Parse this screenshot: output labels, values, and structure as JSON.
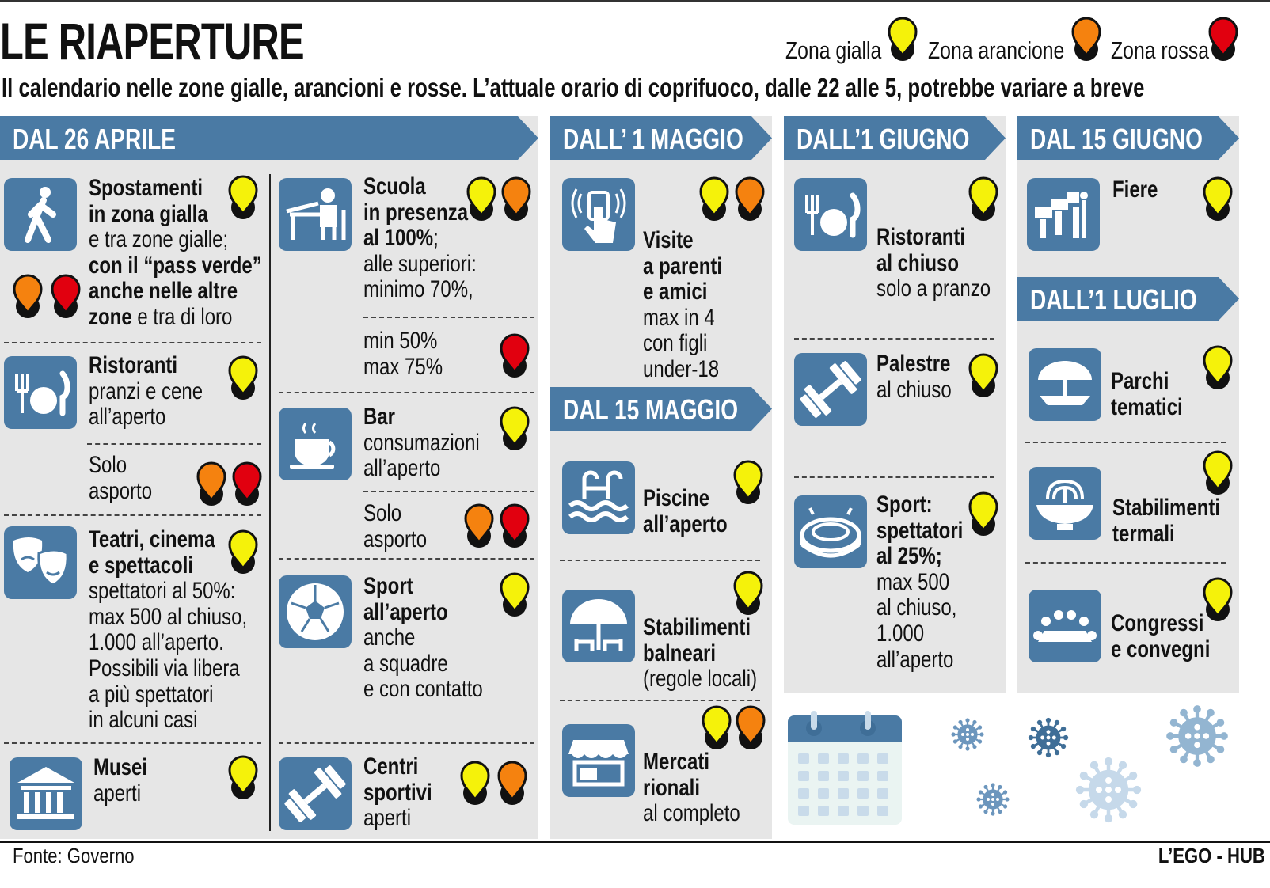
{
  "header": {
    "title": "LE RIAPERTURE",
    "subtitle": "Il calendario nelle zone gialle, arancioni e rosse. L’attuale orario di coprifuoco, dalle 22 alle 5, potrebbe variare a breve"
  },
  "legend": [
    {
      "label": "Zona gialla",
      "zone": "yellow",
      "color": "#f5f20a"
    },
    {
      "label": "Zona arancione",
      "zone": "orange",
      "color": "#f5820f"
    },
    {
      "label": "Zona rossa",
      "zone": "red",
      "color": "#e1000f"
    }
  ],
  "sections": [
    {
      "header": "DAL 26 APRILE",
      "items": [
        {
          "icon": "walking-person",
          "zones": [
            "yellow",
            "orange",
            "red"
          ],
          "lines": [
            [
              {
                "text": "Spostamenti",
                "strong": true
              }
            ],
            [
              {
                "text": "in zona gialla",
                "strong": true
              }
            ],
            [
              {
                "text": "e tra zone gialle;"
              }
            ],
            [
              {
                "text": "con il “pass verde”",
                "strong": true
              }
            ],
            [
              {
                "text": "anche nelle altre",
                "strong": true
              }
            ],
            [
              {
                "text": "zone",
                "strong": true
              },
              {
                "text": " e tra di loro"
              }
            ]
          ]
        },
        {
          "icon": "restaurant",
          "zones": [
            "yellow"
          ],
          "lines": [
            [
              {
                "text": "Ristoranti",
                "strong": true
              }
            ],
            [
              {
                "text": "pranzi e cene"
              }
            ],
            [
              {
                "text": "all’aperto"
              }
            ]
          ]
        },
        {
          "icon": null,
          "zones": [
            "orange",
            "red"
          ],
          "lines": [
            [
              {
                "text": "Solo"
              }
            ],
            [
              {
                "text": "asporto"
              }
            ]
          ]
        },
        {
          "icon": "theatre-masks",
          "zones": [
            "yellow"
          ],
          "lines": [
            [
              {
                "text": "Teatri, cinema",
                "strong": true
              }
            ],
            [
              {
                "text": "e spettacoli",
                "strong": true
              }
            ],
            [
              {
                "text": "spettatori al 50%:"
              }
            ],
            [
              {
                "text": "max 500 al chiuso,"
              }
            ],
            [
              {
                "text": "1.000 all’aperto."
              }
            ],
            [
              {
                "text": "Possibili via libera"
              }
            ],
            [
              {
                "text": "a più spettatori"
              }
            ],
            [
              {
                "text": "in alcuni casi"
              }
            ]
          ]
        },
        {
          "icon": "museum",
          "zones": [
            "yellow"
          ],
          "lines": [
            [
              {
                "text": "Musei",
                "strong": true
              }
            ],
            [
              {
                "text": "aperti"
              }
            ]
          ]
        },
        {
          "icon": "school-desk",
          "zones": [
            "yellow",
            "orange"
          ],
          "lines": [
            [
              {
                "text": "Scuola",
                "strong": true
              }
            ],
            [
              {
                "text": "in presenza",
                "strong": true
              }
            ],
            [
              {
                "text": "al 100%",
                "strong": true
              },
              {
                "text": ";"
              }
            ],
            [
              {
                "text": "alle superiori:"
              }
            ],
            [
              {
                "text": "minimo 70%,"
              }
            ]
          ]
        },
        {
          "icon": null,
          "zones": [
            "red"
          ],
          "lines": [
            [
              {
                "text": "min 50%"
              }
            ],
            [
              {
                "text": "max 75%"
              }
            ]
          ]
        },
        {
          "icon": "coffee-cup",
          "zones": [
            "yellow"
          ],
          "lines": [
            [
              {
                "text": "Bar",
                "strong": true
              }
            ],
            [
              {
                "text": "consumazioni"
              }
            ],
            [
              {
                "text": "all’aperto"
              }
            ]
          ]
        },
        {
          "icon": null,
          "zones": [
            "orange",
            "red"
          ],
          "lines": [
            [
              {
                "text": "Solo"
              }
            ],
            [
              {
                "text": "asporto"
              }
            ]
          ]
        },
        {
          "icon": "soccer-ball",
          "zones": [
            "yellow"
          ],
          "lines": [
            [
              {
                "text": "Sport",
                "strong": true
              }
            ],
            [
              {
                "text": "all’aperto",
                "strong": true
              }
            ],
            [
              {
                "text": "anche"
              }
            ],
            [
              {
                "text": "a squadre"
              }
            ],
            [
              {
                "text": "e con contatto"
              }
            ]
          ]
        },
        {
          "icon": "dumbbell",
          "zones": [
            "yellow",
            "orange"
          ],
          "lines": [
            [
              {
                "text": "Centri",
                "strong": true
              }
            ],
            [
              {
                "text": "sportivi",
                "strong": true
              }
            ],
            [
              {
                "text": "aperti"
              }
            ]
          ]
        }
      ]
    },
    {
      "header": "DALL’ 1 MAGGIO",
      "items": [
        {
          "icon": "touch-phone",
          "zones": [
            "yellow",
            "orange"
          ],
          "lines": [
            [
              {
                "text": "Visite",
                "strong": true
              }
            ],
            [
              {
                "text": "a parenti",
                "strong": true
              }
            ],
            [
              {
                "text": "e amici",
                "strong": true
              }
            ],
            [
              {
                "text": "max in 4"
              }
            ],
            [
              {
                "text": "con figli"
              }
            ],
            [
              {
                "text": "under-18"
              }
            ]
          ]
        }
      ]
    },
    {
      "header": "DAL 15 MAGGIO",
      "items": [
        {
          "icon": "swimming-pool",
          "zones": [
            "yellow"
          ],
          "lines": [
            [
              {
                "text": "Piscine",
                "strong": true
              }
            ],
            [
              {
                "text": "all’aperto",
                "strong": true
              }
            ]
          ]
        },
        {
          "icon": "beach-umbrella",
          "zones": [
            "yellow"
          ],
          "lines": [
            [
              {
                "text": "Stabilimenti",
                "strong": true
              }
            ],
            [
              {
                "text": "balneari",
                "strong": true
              }
            ],
            [
              {
                "text": "(regole locali)"
              }
            ]
          ]
        },
        {
          "icon": "market-shop",
          "zones": [
            "yellow",
            "orange"
          ],
          "lines": [
            [
              {
                "text": "Mercati",
                "strong": true
              }
            ],
            [
              {
                "text": "rionali",
                "strong": true
              }
            ],
            [
              {
                "text": "al completo"
              }
            ]
          ]
        }
      ]
    },
    {
      "header": "DALL’1 GIUGNO",
      "items": [
        {
          "icon": "restaurant",
          "zones": [
            "yellow"
          ],
          "lines": [
            [
              {
                "text": "Ristoranti",
                "strong": true
              }
            ],
            [
              {
                "text": "al chiuso",
                "strong": true
              }
            ],
            [
              {
                "text": "solo a pranzo"
              }
            ]
          ]
        },
        {
          "icon": "dumbbell",
          "zones": [
            "yellow"
          ],
          "lines": [
            [
              {
                "text": "Palestre",
                "strong": true
              }
            ],
            [
              {
                "text": "al chiuso"
              }
            ]
          ]
        },
        {
          "icon": "stadium",
          "zones": [
            "yellow"
          ],
          "lines": [
            [
              {
                "text": "Sport:",
                "strong": true
              }
            ],
            [
              {
                "text": "spettatori",
                "strong": true
              }
            ],
            [
              {
                "text": "al 25%;",
                "strong": true
              }
            ],
            [
              {
                "text": "max 500"
              }
            ],
            [
              {
                "text": "al chiuso,"
              }
            ],
            [
              {
                "text": "1.000"
              }
            ],
            [
              {
                "text": "all’aperto"
              }
            ]
          ]
        }
      ]
    },
    {
      "header": "DAL 15 GIUGNO",
      "items": [
        {
          "icon": "fair-stands",
          "zones": [
            "yellow"
          ],
          "lines": [
            [
              {
                "text": "Fiere",
                "strong": true
              }
            ]
          ]
        }
      ]
    },
    {
      "header": "DALL’1 LUGLIO",
      "items": [
        {
          "icon": "theme-park",
          "zones": [
            "yellow"
          ],
          "lines": [
            [
              {
                "text": "Parchi",
                "strong": true
              }
            ],
            [
              {
                "text": "tematici",
                "strong": true
              }
            ]
          ]
        },
        {
          "icon": "thermal-fountain",
          "zones": [
            "yellow"
          ],
          "lines": [
            [
              {
                "text": "Stabilimenti",
                "strong": true
              }
            ],
            [
              {
                "text": "termali",
                "strong": true
              }
            ]
          ]
        },
        {
          "icon": "conference-table",
          "zones": [
            "yellow"
          ],
          "lines": [
            [
              {
                "text": "Congressi",
                "strong": true
              }
            ],
            [
              {
                "text": "e convegni",
                "strong": true
              }
            ]
          ]
        }
      ]
    }
  ],
  "footer": {
    "source": "Fonte: Governo",
    "credit": "L’EGO - HUB"
  }
}
